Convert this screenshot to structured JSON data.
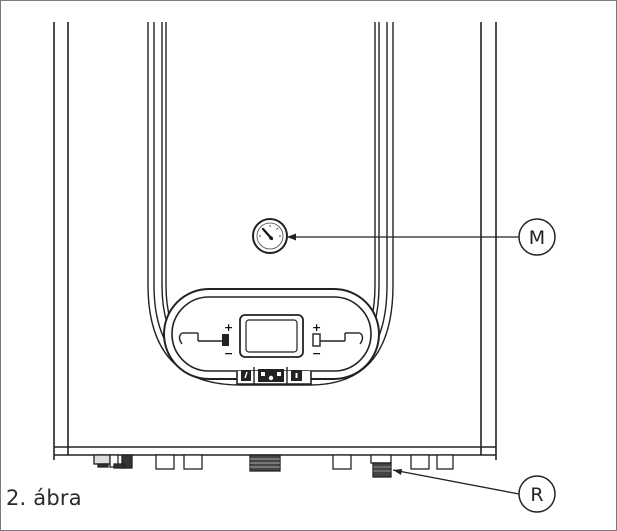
{
  "figure": {
    "caption": "2. ábra"
  },
  "callouts": [
    {
      "id": "M",
      "label": "M",
      "target": "pressure-gauge"
    },
    {
      "id": "R",
      "label": "R",
      "target": "bottom-connection"
    }
  ],
  "control_panel": {
    "left_knob": {
      "plus": "+",
      "minus": "−"
    },
    "right_knob": {
      "plus": "+",
      "minus": "−"
    }
  },
  "colors": {
    "line": "#222222",
    "frame": "#7a7a7a",
    "background": "#ffffff",
    "dark_part": "#333333"
  }
}
